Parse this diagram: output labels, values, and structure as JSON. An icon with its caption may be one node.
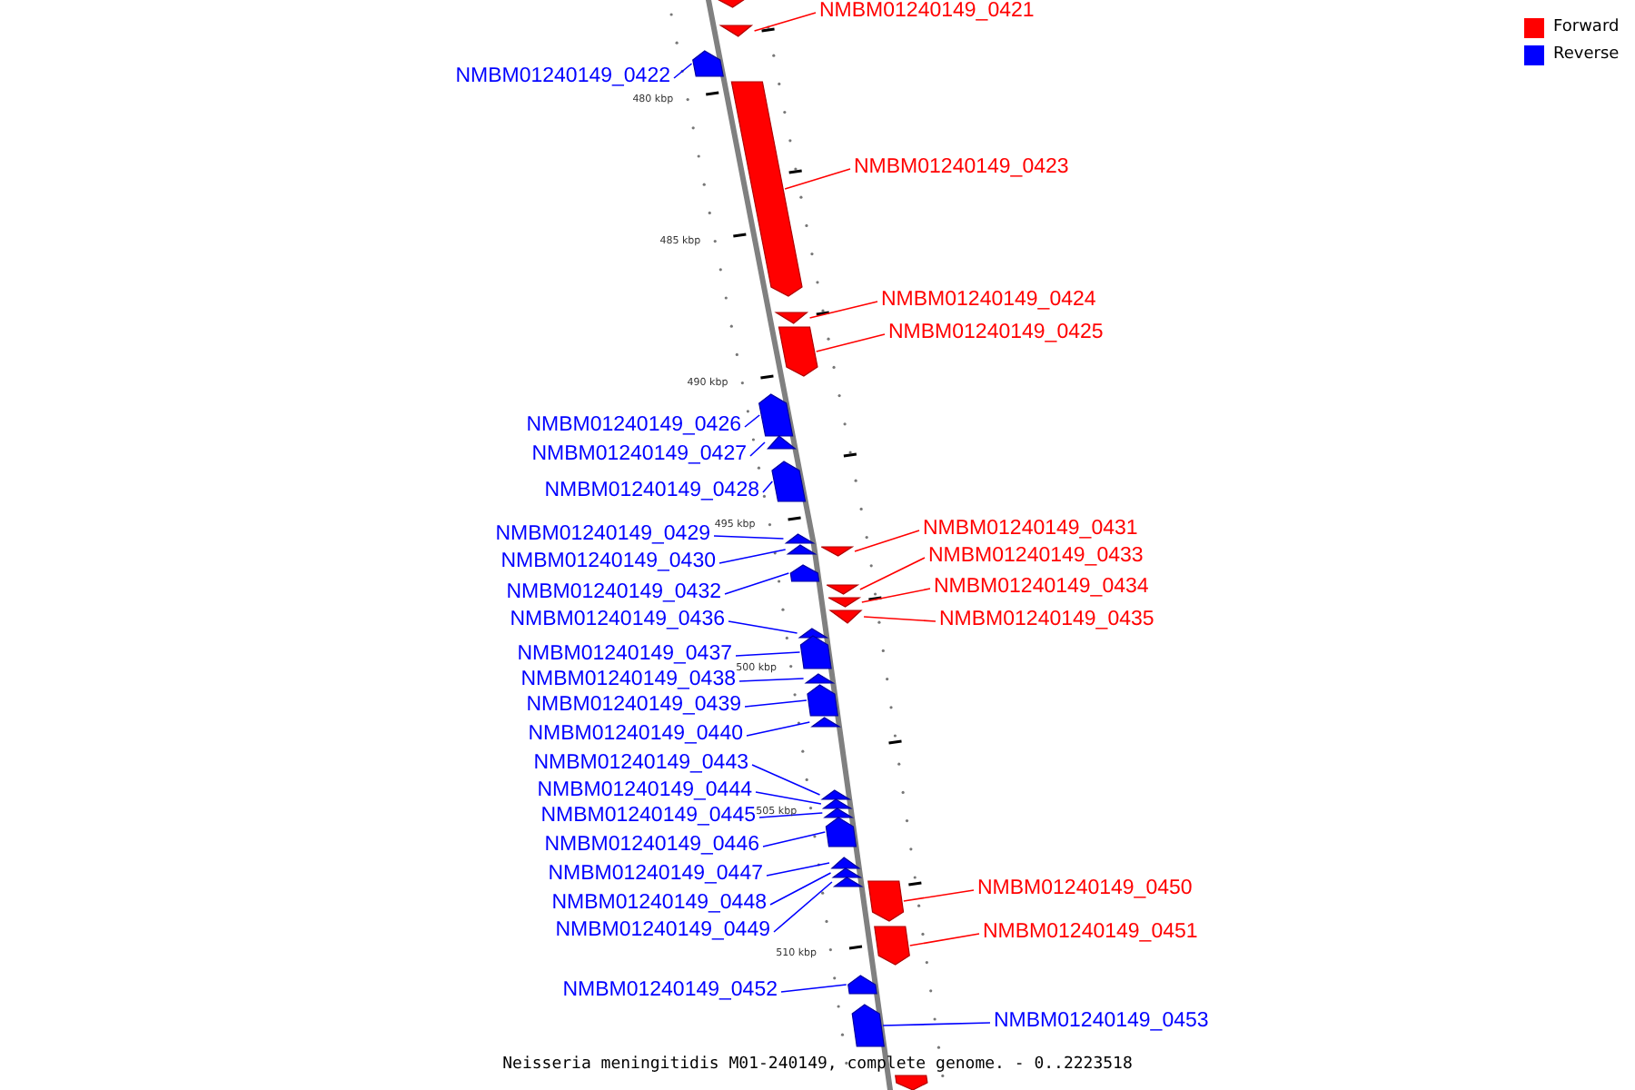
{
  "diagram": {
    "caption": "Neisseria meningitidis M01-240149, complete genome. - 0..2223518",
    "nodes": [
      {
        "text": [],
        "shape": "bar"
      },
      {
        "text": [
          "NMBM01240149_0421"
        ]
      },
      {
        "text": [],
        "shape": "bar"
      },
      {
        "text": [
          "NMBM01240149_0422"
        ]
      },
      {
        "text": [],
        "shape": "bar"
      },
      {
        "text": [
          "NMBM01240149_0423"
        ]
      },
      {
        "text": [],
        "shape": "bar"
      },
      {
        "text": [
          "NMBM01240149_0424"
        ]
      },
      {
        "text": [],
        "shape": "bar"
      },
      {
        "text": [
          "NMBM01240149_0425"
        ]
      },
      {
        "text": [],
        "shape": "bar"
      },
      {
        "text": [
          "NMBM01240149_0426"
        ]
      },
      {
        "text": [],
        "shape": "bar"
      },
      {
        "text": [
          "NMBM01240149_0427"
        ]
      },
      {
        "text": [],
        "shape": "bar"
      },
      {
        "text": [
          "NMBM01240149_0428"
        ]
      },
      {
        "text": [],
        "shape": "bar"
      },
      {
        "text": [
          "NMBM01240149_0429"
        ]
      },
      {
        "text": [],
        "shape": "bar"
      },
      {
        "text": [
          "NMBM01240149_0430"
        ]
      },
      {
        "text": [],
        "shape": "bar"
      },
      {
        "text": [
          "NMBM01240149_0431"
        ]
      },
      {
        "text": [],
        "shape": "bar"
      },
      {
        "text": [
          "NMBM01240149_0432"
        ]
      },
      {
        "text": [],
        "shape": "bar"
      },
      {
        "text": [
          "NMBM01240149_0433"
        ]
      },
      {
        "text": [],
        "shape": "bar"
      },
      {
        "text": [
          "NMBM01240149_0434"
        ]
      },
      {
        "text": [],
        "shape": "bar"
      },
      {
        "text": [
          "NMBM01240149_0435"
        ]
      },
      {
        "text": [],
        "shape": "bar"
      },
      {
        "text": [
          "NMBM01240149_0436"
        ]
      },
      {
        "text": [],
        "shape": "bar"
      },
      {
        "text": [
          "NMBM01240149_0437"
        ]
      },
      {
        "text": [],
        "shape": "bar"
      },
      {
        "text": [
          "NMBM01240149_0438"
        ]
      },
      {
        "text": [],
        "shape": "bar"
      },
      {
        "text": [
          "NMBM01240149_0439"
        ]
      },
      {
        "text": [],
        "shape": "bar"
      },
      {
        "text": [
          "NMBM01240149_0440"
        ]
      },
      {
        "text": [],
        "shape": "bar"
      },
      {
        "text": [
          "NMBM01240149_0443"
        ]
      },
      {
        "text": [],
        "shape": "bar"
      },
      {
        "text": [
          "NMBM01240149_0444"
        ]
      },
      {
        "text": [],
        "shape": "bar"
      },
      {
        "text": [
          "NMBM01240149_0445"
        ]
      },
      {
        "text": [],
        "shape": "bar"
      },
      {
        "text": [
          "NMBM01240149_0446"
        ]
      },
      {
        "text": [],
        "shape": "bar"
      },
      {
        "text": [
          "NMBM01240149_0447"
        ]
      },
      {
        "text": [],
        "shape": "bar"
      },
      {
        "text": [
          "NMBM01240149_0448"
        ]
      },
      {
        "text": [],
        "shape": "bar"
      },
      {
        "text": [
          "NMBM01240149_0449"
        ]
      },
      {
        "text": [],
        "shape": "bar"
      },
      {
        "text": [
          "NMBM01240149_0450"
        ]
      },
      {
        "text": [],
        "shape": "bar"
      },
      {
        "text": [
          "NMBM01240149_0451"
        ]
      },
      {
        "text": [],
        "shape": "bar"
      },
      {
        "text": [
          "NMBM01240149_0452"
        ]
      },
      {
        "text": [],
        "shape": "bar"
      },
      {
        "text": [
          "NMBM01240149_0453"
        ]
      },
      {
        "text": [],
        "shape": "bar"
      },
      {
        "text": [],
        "shape": "bar"
      }
    ],
    "edges": [
      {
        "from": 1,
        "to": 2,
        "arrow": "none",
        "color": "#ff0000"
      },
      {
        "from": 3,
        "to": 4,
        "arrow": "none"
      },
      {
        "from": 5,
        "to": 6,
        "arrow": "none",
        "color": "#ff0000"
      },
      {
        "from": 7,
        "to": 8,
        "arrow": "none",
        "color": "#ff0000"
      },
      {
        "from": 9,
        "to": 10,
        "arrow": "none",
        "color": "#ff0000"
      },
      {
        "from": 11,
        "to": 12,
        "arrow": "none"
      },
      {
        "from": 13,
        "to": 14,
        "arrow": "none"
      },
      {
        "from": 15,
        "to": 16,
        "arrow": "none"
      },
      {
        "from": 17,
        "to": 18,
        "arrow": "none"
      },
      {
        "from": 19,
        "to": 20,
        "arrow": "none"
      },
      {
        "from": 21,
        "to": 22,
        "arrow": "none",
        "color": "#ff0000"
      },
      {
        "from": 23,
        "to": 24,
        "arrow": "none"
      },
      {
        "from": 25,
        "to": 26,
        "arrow": "none",
        "color": "#ff0000"
      },
      {
        "from": 27,
        "to": 28,
        "arrow": "none",
        "color": "#ff0000"
      },
      {
        "from": 29,
        "to": 30,
        "arrow": "none",
        "color": "#ff0000"
      },
      {
        "from": 31,
        "to": 32,
        "arrow": "none"
      },
      {
        "from": 33,
        "to": 34,
        "arrow": "none"
      },
      {
        "from": 35,
        "to": 36,
        "arrow": "none"
      },
      {
        "from": 37,
        "to": 38,
        "arrow": "none"
      },
      {
        "from": 39,
        "to": 40,
        "arrow": "none"
      },
      {
        "from": 41,
        "to": 42,
        "arrow": "none"
      },
      {
        "from": 43,
        "to": 44,
        "arrow": "none"
      },
      {
        "from": 45,
        "to": 46,
        "arrow": "none"
      },
      {
        "from": 47,
        "to": 48,
        "arrow": "none"
      },
      {
        "from": 49,
        "to": 50,
        "arrow": "none"
      },
      {
        "from": 51,
        "to": 52,
        "arrow": "none"
      },
      {
        "from": 53,
        "to": 54,
        "arrow": "none"
      },
      {
        "from": 55,
        "to": 56,
        "arrow": "none",
        "color": "#ff0000"
      },
      {
        "from": 57,
        "to": 58,
        "arrow": "none",
        "color": "#ff0000"
      },
      {
        "from": 59,
        "to": 60,
        "arrow": "none"
      },
      {
        "from": 61,
        "to": 62,
        "arrow": "none"
      }
    ],
    "labels": [
      "480 kbp",
      "485 kbp",
      "490 kbp",
      "495 kbp",
      "500 kbp",
      "505 kbp",
      "510 kbp"
    ],
    "legend": [
      {
        "text": "Forward",
        "color": "#ff0000"
      },
      {
        "text": "Reverse",
        "color": "#0000ff"
      }
    ]
  }
}
